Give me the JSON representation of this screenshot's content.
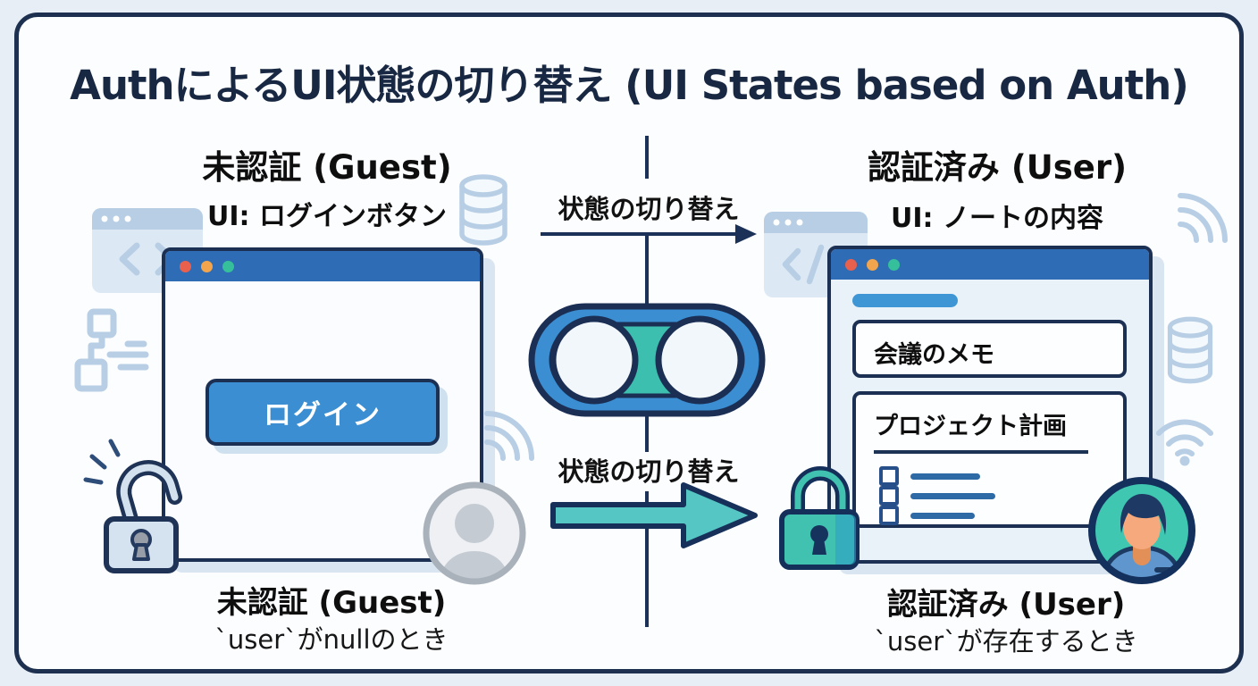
{
  "title": "AuthによるUI状態の切り替え (UI States based on Auth)",
  "left_panel": {
    "heading": "未認証 (Guest)",
    "subheading": "UI: ログインボタン",
    "login_button_label": "ログイン",
    "caption_heading": "未認証 (Guest)",
    "caption_condition": "`user`がnullのとき"
  },
  "right_panel": {
    "heading": "認証済み (User)",
    "subheading": "UI: ノートの内容",
    "notes": [
      {
        "title": "会議のメモ"
      },
      {
        "title": "プロジェクト計画"
      }
    ],
    "caption_heading": "認証済み (User)",
    "caption_condition": "`user`が存在するとき"
  },
  "center": {
    "top_arrow_label": "状態の切り替え",
    "bottom_arrow_label": "状態の切り替え"
  },
  "icons": {
    "left_decorations": [
      "code-window-icon",
      "database-icon",
      "sitemap-icon",
      "wifi-icon",
      "lock-open-icon",
      "guest-avatar-icon"
    ],
    "right_decorations": [
      "code-window-icon",
      "wifi-icon",
      "database-icon",
      "wifi-icon",
      "lock-closed-icon",
      "user-avatar-icon"
    ],
    "center": [
      "toggle-switch-icon",
      "arrow-right-icon"
    ]
  },
  "colors": {
    "page_background": "#e7eef6",
    "card_background": "#fcfdff",
    "outline_navy": "#1c3054",
    "titlebar_blue": "#2e6cb5",
    "button_blue": "#3a8ed1",
    "toggle_teal": "#3cbfae",
    "arrow_teal": "#55c6c4",
    "decoration_blue": "#b7cee5",
    "traffic_red": "#e9604d",
    "traffic_orange": "#f2a54d",
    "traffic_green": "#35bf9b"
  }
}
